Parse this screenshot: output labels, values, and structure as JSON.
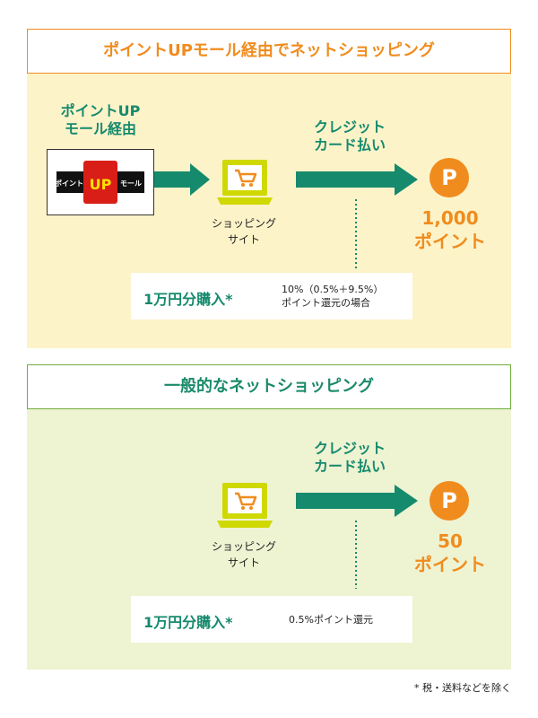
{
  "section1": {
    "title": "ポイントUPモール経由でネットショッピング",
    "via_label_line1": "ポイントUP",
    "via_label_line2": "モール経由",
    "logo_text_left": "ポイント",
    "logo_text_center": "UP",
    "logo_text_right": "モール",
    "site_line1": "ショッピング",
    "site_line2": "サイト",
    "payment_line1": "クレジット",
    "payment_line2": "カード払い",
    "points_badge": "P",
    "points_value": "1,000",
    "points_unit": "ポイント",
    "purchase_label": "1万円分購入*",
    "detail_line1": "10%（0.5%＋9.5%）",
    "detail_line2": "ポイント還元の場合"
  },
  "section2": {
    "title": "一般的なネットショッピング",
    "site_line1": "ショッピング",
    "site_line2": "サイト",
    "payment_line1": "クレジット",
    "payment_line2": "カード払い",
    "points_badge": "P",
    "points_value": "50",
    "points_unit": "ポイント",
    "purchase_label": "1万円分購入*",
    "detail_line1": "0.5%ポイント還元"
  },
  "footnote": "* 税・送料などを除く",
  "colors": {
    "orange": "#f08c1e",
    "green": "#168a6d",
    "logo_red": "#d91e18"
  }
}
